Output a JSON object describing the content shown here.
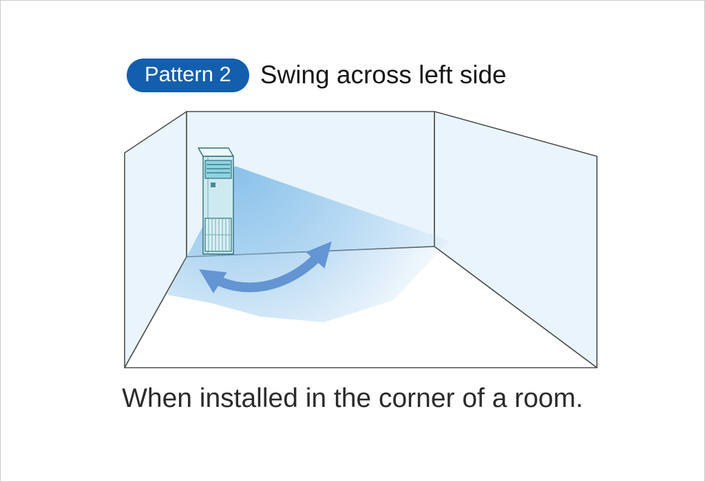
{
  "header": {
    "badge_label": "Pattern 2",
    "title": "Swing across left side"
  },
  "caption": "When installed in the corner of a room.",
  "icons": {
    "air_conditioner": "air-conditioner-icon",
    "airflow": "airflow-fan-icon",
    "swing": "swing-arrow-icon"
  },
  "colors": {
    "badge_bg": "#135fae",
    "badge_text": "#ffffff",
    "title_text": "#161616",
    "caption_text": "#2b2b2b",
    "room_line": "#4d4d4d",
    "wall_fill": "#e9f4fc",
    "floor_fill": "#ffffff",
    "airflow_strong": "#85bfe9",
    "swing_arrow": "#6395d3",
    "ac_body": "#cdeaf0",
    "ac_grille": "#8fd2e0",
    "ac_line": "#2f6e7d"
  }
}
